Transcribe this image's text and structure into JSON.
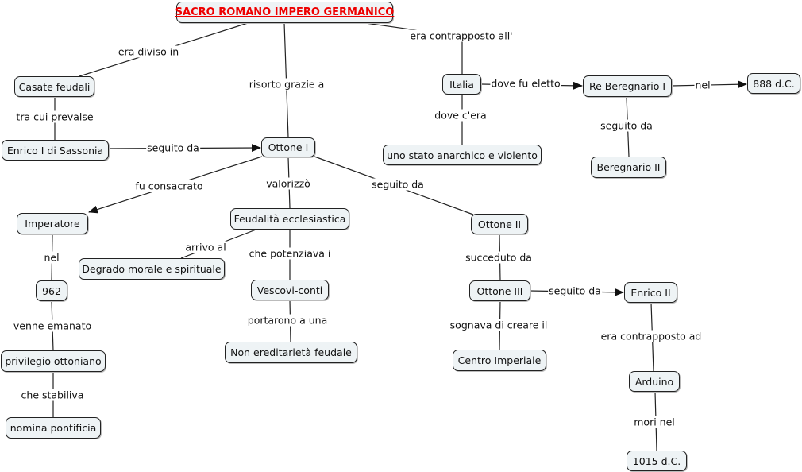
{
  "concepts": {
    "root": "SACRO ROMANO IMPERO GERMANICO",
    "casate": "Casate feudali",
    "enrico1": "Enrico I di Sassonia",
    "ottone1": "Ottone I",
    "italia": "Italia",
    "stato": "uno stato anarchico e violento",
    "beregnario1": "Re Beregnario I",
    "d888": "888 d.C.",
    "beregnario2": "Beregnario II",
    "imperatore": "Imperatore",
    "feudalita": "Feudalità ecclesiastica",
    "degrado": "Degrado morale e spirituale",
    "vescovi": "Vescovi-conti",
    "nonered": "Non ereditarietà feudale",
    "y962": "962",
    "privilegio": "privilegio ottoniano",
    "nomina": "nomina pontificia",
    "ottone2": "Ottone II",
    "ottone3": "Ottone III",
    "centro": "Centro Imperiale",
    "enrico2": "Enrico II",
    "arduino": "Arduino",
    "d1015": "1015 d.C."
  },
  "links": {
    "diviso": "era diviso in",
    "risorto": "risorto grazie a",
    "contrapposto": "era contrapposto all'",
    "prevalse": "tra cui prevalse",
    "seguito1": "seguito da",
    "dovefu": "dove fu eletto",
    "nel1": "nel",
    "docera": "dove c'era",
    "seguito2": "seguito da",
    "consacrato": "fu consacrato",
    "valorizzo": "valorizzò",
    "seguito3": "seguito da",
    "arrivo": "arrivo al",
    "potenziava": "che potenziava i",
    "nel2": "nel",
    "portarono": "portarono a una",
    "emanato": "venne emanato",
    "stabiliva": "che stabiliva",
    "succeduto": "succeduto da",
    "seguito4": "seguito da",
    "sognava": "sognava di creare il",
    "contrapad": "era contrapposto ad",
    "mori": "mori nel"
  },
  "colors": {
    "node_fill": "#eef3f5",
    "root_text": "#e00000",
    "line": "#222222"
  }
}
